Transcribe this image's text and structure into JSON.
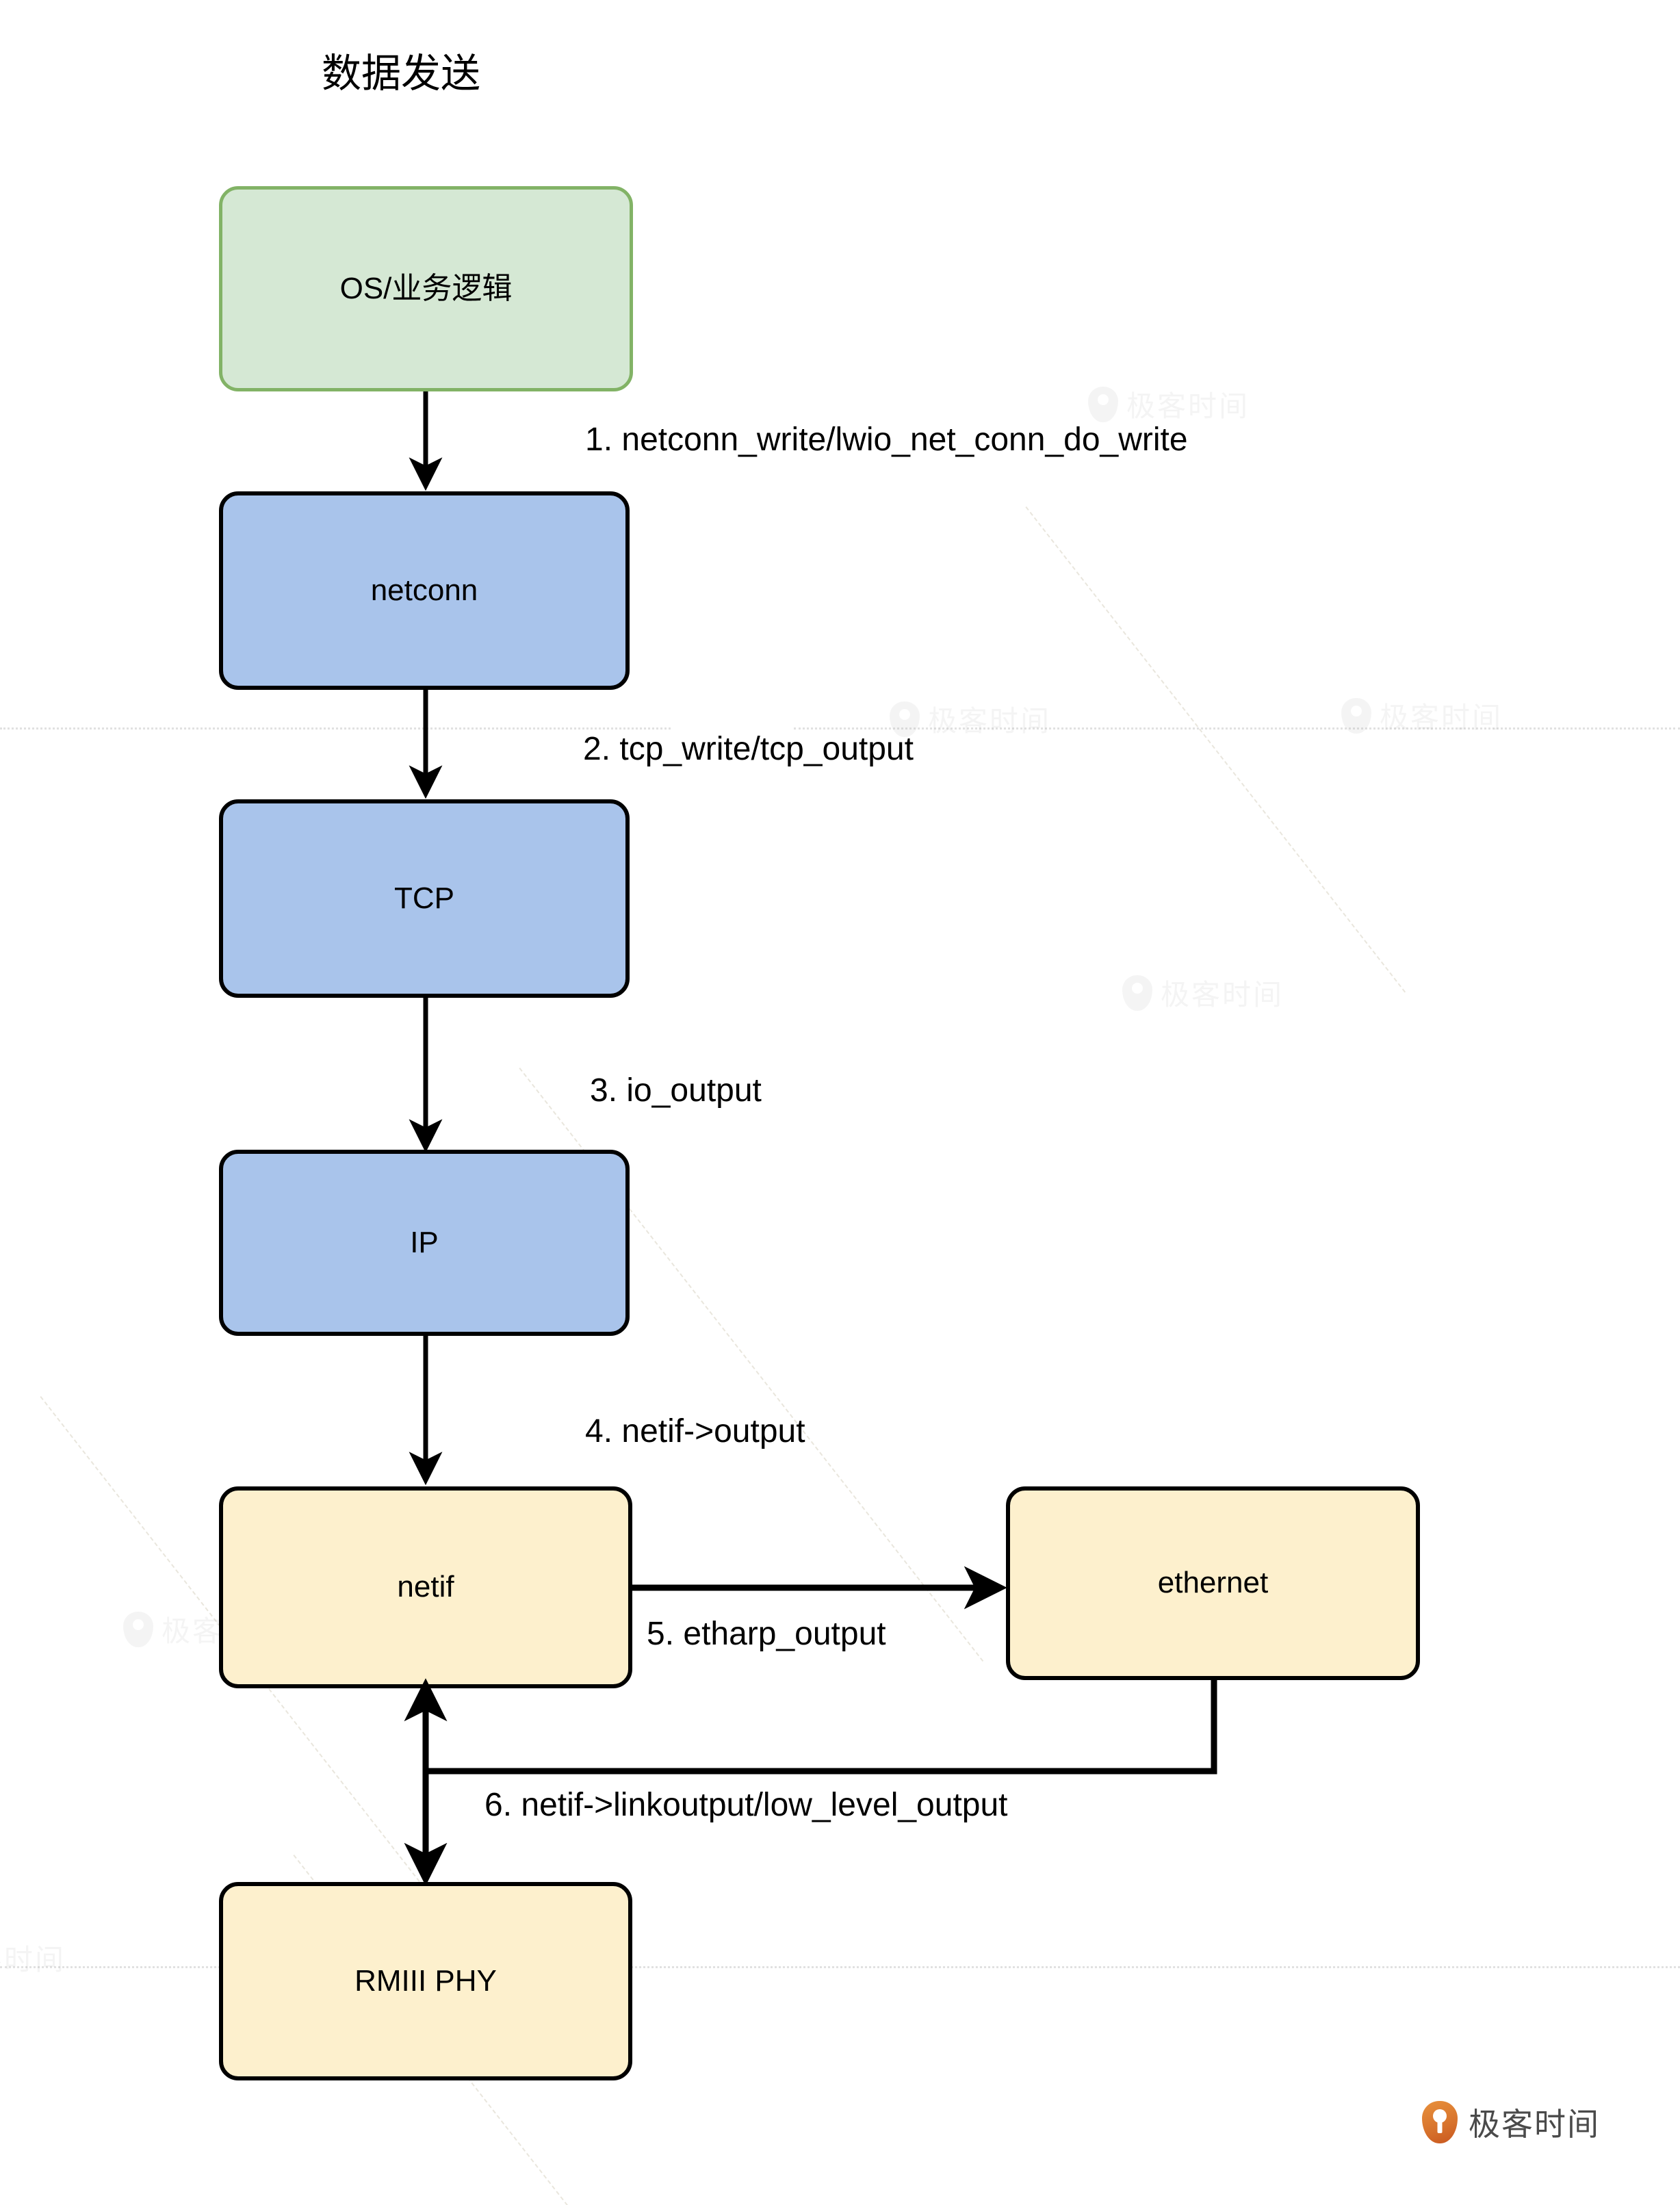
{
  "title": "数据发送",
  "nodes": [
    {
      "id": "os",
      "label": "OS/业务逻辑",
      "color": "green"
    },
    {
      "id": "netconn",
      "label": "netconn",
      "color": "blue"
    },
    {
      "id": "tcp",
      "label": "TCP",
      "color": "blue"
    },
    {
      "id": "ip",
      "label": "IP",
      "color": "blue"
    },
    {
      "id": "netif",
      "label": "netif",
      "color": "yellow"
    },
    {
      "id": "ethernet",
      "label": "ethernet",
      "color": "yellow"
    },
    {
      "id": "phy",
      "label": "RMIII PHY",
      "color": "yellow"
    }
  ],
  "edges": [
    {
      "id": "e1",
      "from": "os",
      "to": "netconn",
      "label": "1. netconn_write/lwio_net_conn_do_write"
    },
    {
      "id": "e2",
      "from": "netconn",
      "to": "tcp",
      "label": "2. tcp_write/tcp_output"
    },
    {
      "id": "e3",
      "from": "tcp",
      "to": "ip",
      "label": "3. io_output"
    },
    {
      "id": "e4",
      "from": "ip",
      "to": "netif",
      "label": "4. netif->output"
    },
    {
      "id": "e5",
      "from": "netif",
      "to": "ethernet",
      "label": "5. etharp_output"
    },
    {
      "id": "e6",
      "from": "ethernet",
      "to": "phy",
      "label": "6. netif->linkoutput/low_level_output"
    }
  ],
  "brand": {
    "name": "极客时间"
  },
  "watermark": {
    "text": "极客时间"
  },
  "colors": {
    "green_fill": "#d5e8d4",
    "green_border": "#82b366",
    "blue_fill": "#a9c4eb",
    "yellow_fill": "#fdf0cd",
    "stroke": "#000000",
    "brand_orange": "#d7722c"
  }
}
